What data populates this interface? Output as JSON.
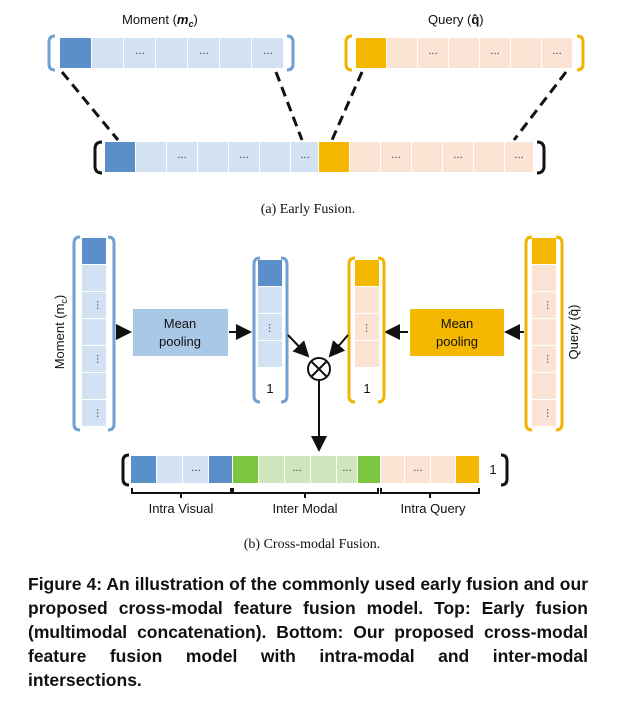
{
  "top": {
    "moment_label": "Moment (",
    "moment_symbol": "m",
    "moment_sub": "c",
    "moment_close": ")",
    "query_label": "Query (",
    "query_symbol": "q̂",
    "query_close": ")",
    "dots": "..."
  },
  "caption_a": "(a)  Early Fusion.",
  "bottom": {
    "moment_vertical": "Moment (m",
    "moment_vertical_sub": "c",
    "moment_vertical_close": ")",
    "query_vertical": "Query (q̂)",
    "mean_pooling_left_1": "Mean",
    "mean_pooling_left_2": "pooling",
    "mean_pooling_right_1": "Mean",
    "mean_pooling_right_2": "pooling",
    "one": "1",
    "otimes": "⊗",
    "intra_visual": "Intra Visual",
    "inter_modal": "Inter Modal",
    "intra_query": "Intra Query"
  },
  "caption_b": "(b)  Cross-modal Fusion.",
  "figure_caption": "Figure 4: An illustration of the commonly used early fusion and our proposed cross-modal feature fusion model. Top: Early fusion (multimodal concatenation). Bottom: Our proposed cross-modal feature fusion model with intra-modal and inter-modal intersections.",
  "colors": {
    "blue_dark": "#5b8fc9",
    "blue_light": "#d3e2f3",
    "blue_pool": "#a9c8e6",
    "blue_border": "#6fa1d3",
    "orange_dark": "#f5b800",
    "orange_light": "#fce4d4",
    "orange_pool": "#f5b800",
    "orange_border": "#f0b400",
    "green_dark": "#7cc540",
    "green_light": "#cfe6bd"
  }
}
